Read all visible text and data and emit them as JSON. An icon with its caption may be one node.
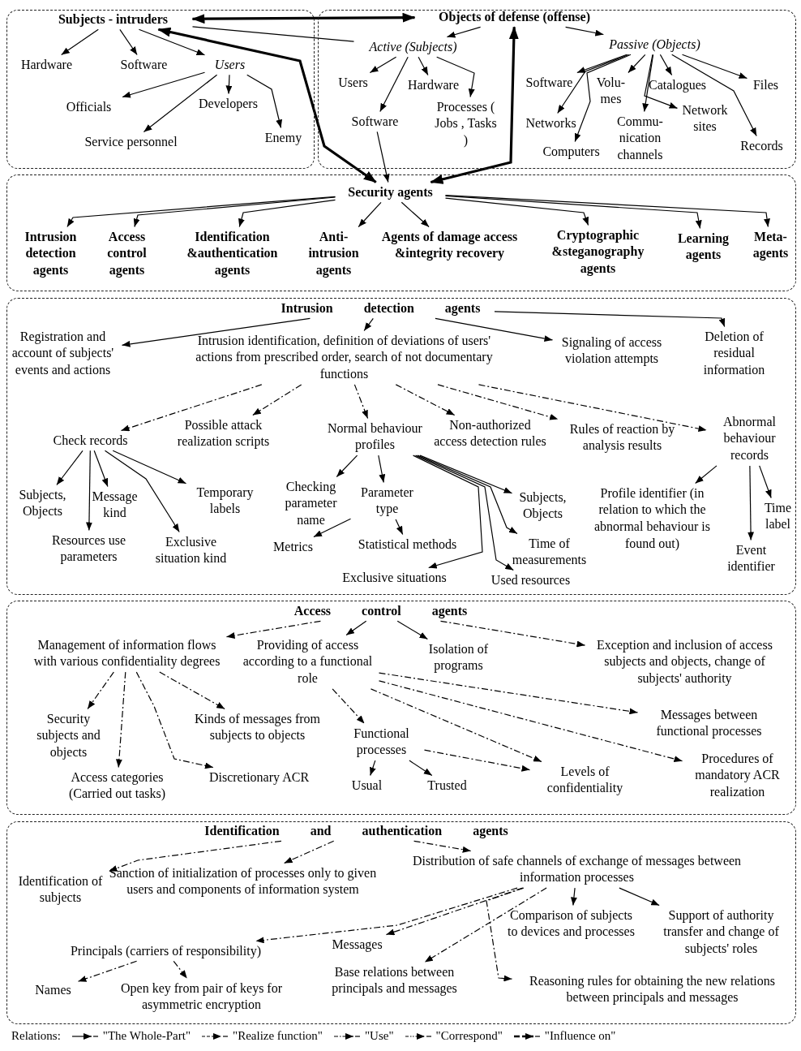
{
  "diagram": {
    "nodes": [
      {
        "text": [],
        "shape": "box"
      },
      {
        "text": [
          "Subjects - intruders"
        ],
        "in": 0
      },
      {
        "text": [
          "Hardware"
        ],
        "in": 0
      },
      {
        "text": [
          "Software"
        ],
        "in": 0
      },
      {
        "text": [
          "Users"
        ],
        "in": 0
      },
      {
        "text": [
          "Officials"
        ],
        "in": 0
      },
      {
        "text": [
          "Developers"
        ],
        "in": 0
      },
      {
        "text": [
          "Service personnel"
        ],
        "in": 0
      },
      {
        "text": [
          "Enemy"
        ],
        "in": 0
      },
      {
        "text": [],
        "shape": "box"
      },
      {
        "text": [
          "Objects of defense (offense)"
        ],
        "in": 9
      },
      {
        "text": [
          "Active (Subjects)"
        ],
        "in": 9
      },
      {
        "text": [
          "Passive (Objects)"
        ],
        "in": 9
      },
      {
        "text": [
          "Users"
        ],
        "in": 9
      },
      {
        "text": [
          "Hardware"
        ],
        "in": 9
      },
      {
        "text": [
          "Software"
        ],
        "in": 9
      },
      {
        "text": [
          "Processes ( Jobs , Tasks )"
        ],
        "in": 9
      },
      {
        "text": [
          "Software"
        ],
        "in": 9
      },
      {
        "text": [
          "Volu- mes"
        ],
        "in": 9
      },
      {
        "text": [
          "Catalogues"
        ],
        "in": 9
      },
      {
        "text": [
          "Files"
        ],
        "in": 9
      },
      {
        "text": [
          "Networks"
        ],
        "in": 9
      },
      {
        "text": [
          "Commu- nication channels"
        ],
        "in": 9
      },
      {
        "text": [
          "Network sites"
        ],
        "in": 9
      },
      {
        "text": [
          "Computers"
        ],
        "in": 9
      },
      {
        "text": [
          "Records"
        ],
        "in": 9
      },
      {
        "text": [],
        "shape": "box"
      },
      {
        "text": [
          "Security agents"
        ],
        "in": 26
      },
      {
        "text": [
          "Intrusion detection agents"
        ],
        "in": 26
      },
      {
        "text": [
          "Access control agents"
        ],
        "in": 26
      },
      {
        "text": [
          "Identification &authentication agents"
        ],
        "in": 26
      },
      {
        "text": [
          "Anti- intrusion agents"
        ],
        "in": 26
      },
      {
        "text": [
          "Agents of damage access &integrity recovery"
        ],
        "in": 26
      },
      {
        "text": [
          "Cryptographic &steganography agents"
        ],
        "in": 26
      },
      {
        "text": [
          "Learning agents"
        ],
        "in": 26
      },
      {
        "text": [
          "Meta- agents"
        ],
        "in": 26
      },
      {
        "text": [],
        "shape": "box"
      },
      {
        "text": [
          "Intrusion detection agents"
        ],
        "in": 36
      },
      {
        "text": [
          "Registration and account of subjects' events and actions"
        ],
        "in": 36
      },
      {
        "text": [
          "Intrusion identification, definition of deviations of users' actions from prescribed order, search of not documentary functions"
        ],
        "in": 36
      },
      {
        "text": [
          "Signaling of access violation attempts"
        ],
        "in": 36
      },
      {
        "text": [
          "Deletion of residual information"
        ],
        "in": 36
      },
      {
        "text": [
          "Check records"
        ],
        "in": 36
      },
      {
        "text": [
          "Possible attack realization scripts"
        ],
        "in": 36
      },
      {
        "text": [
          "Normal behaviour profiles"
        ],
        "in": 36
      },
      {
        "text": [
          "Non-authorized access detection rules"
        ],
        "in": 36
      },
      {
        "text": [
          "Rules of reaction by analysis results"
        ],
        "in": 36
      },
      {
        "text": [
          "Abnormal behaviour records"
        ],
        "in": 36
      },
      {
        "text": [
          "Subjects, Objects"
        ],
        "in": 36
      },
      {
        "text": [
          "Message kind"
        ],
        "in": 36
      },
      {
        "text": [
          "Temporary labels"
        ],
        "in": 36
      },
      {
        "text": [
          "Resources use parameters"
        ],
        "in": 36
      },
      {
        "text": [
          "Exclusive situation kind"
        ],
        "in": 36
      },
      {
        "text": [
          "Checking parameter name"
        ],
        "in": 36
      },
      {
        "text": [
          "Parameter type"
        ],
        "in": 36
      },
      {
        "text": [
          "Metrics"
        ],
        "in": 36
      },
      {
        "text": [
          "Statistical methods"
        ],
        "in": 36
      },
      {
        "text": [
          "Exclusive situations"
        ],
        "in": 36
      },
      {
        "text": [
          "Subjects, Objects"
        ],
        "in": 36
      },
      {
        "text": [
          "Time of measurements"
        ],
        "in": 36
      },
      {
        "text": [
          "Used resources"
        ],
        "in": 36
      },
      {
        "text": [
          "Profile identifier (in relation to which the abnormal behaviour is found out)"
        ],
        "in": 36
      },
      {
        "text": [
          "Time label"
        ],
        "in": 36
      },
      {
        "text": [
          "Event identifier"
        ],
        "in": 36
      },
      {
        "text": [],
        "shape": "box"
      },
      {
        "text": [
          "Access control agents"
        ],
        "in": 64
      },
      {
        "text": [
          "Management of information flows with various confidentiality degrees"
        ],
        "in": 64
      },
      {
        "text": [
          "Providing of access according to a functional role"
        ],
        "in": 64
      },
      {
        "text": [
          "Isolation of programs"
        ],
        "in": 64
      },
      {
        "text": [
          "Exception and inclusion of access subjects and objects, change of subjects' authority"
        ],
        "in": 64
      },
      {
        "text": [
          "Security subjects and objects"
        ],
        "in": 64
      },
      {
        "text": [
          "Kinds of messages from subjects to objects"
        ],
        "in": 64
      },
      {
        "text": [
          "Messages between functional processes"
        ],
        "in": 64
      },
      {
        "text": [
          "Functional processes"
        ],
        "in": 64
      },
      {
        "text": [
          "Access categories (Carried out tasks)"
        ],
        "in": 64
      },
      {
        "text": [
          "Discretionary ACR"
        ],
        "in": 64
      },
      {
        "text": [
          "Usual"
        ],
        "in": 64
      },
      {
        "text": [
          "Trusted"
        ],
        "in": 64
      },
      {
        "text": [
          "Levels of confidentiality"
        ],
        "in": 64
      },
      {
        "text": [
          "Procedures of mandatory ACR realization"
        ],
        "in": 64
      },
      {
        "text": [],
        "shape": "box"
      },
      {
        "text": [
          "Identification and authentication agents"
        ],
        "in": 80
      },
      {
        "text": [
          "Identification of subjects"
        ],
        "in": 80
      },
      {
        "text": [
          "Sanction of initialization of processes only to given users and components of information system"
        ],
        "in": 80
      },
      {
        "text": [
          "Distribution of safe channels of exchange of messages between information processes"
        ],
        "in": 80
      },
      {
        "text": [
          "Comparison of subjects to devices and processes"
        ],
        "in": 80
      },
      {
        "text": [
          "Support of authority transfer and change of subjects' roles"
        ],
        "in": 80
      },
      {
        "text": [
          "Principals (carriers of responsibility)"
        ],
        "in": 80
      },
      {
        "text": [
          "Messages"
        ],
        "in": 80
      },
      {
        "text": [
          "Base relations between principals and messages"
        ],
        "in": 80
      },
      {
        "text": [
          "Names"
        ],
        "in": 80
      },
      {
        "text": [
          "Open key from pair of keys for asymmetric encryption"
        ],
        "in": 80
      },
      {
        "text": [
          "Reasoning rules for obtaining the new relations between principals and messages"
        ],
        "in": 80
      }
    ],
    "edges": [
      {
        "from": 1,
        "to": 10,
        "arrow": "both",
        "style": "thick"
      },
      {
        "from": 1,
        "to": 27,
        "arrow": "both",
        "style": "thick"
      },
      {
        "from": 10,
        "to": 27,
        "arrow": "both",
        "style": "thick"
      },
      {
        "from": 1,
        "to": 2,
        "arrow": "to"
      },
      {
        "from": 1,
        "to": 3,
        "arrow": "to"
      },
      {
        "from": 1,
        "to": 4,
        "arrow": "to"
      },
      {
        "from": 1,
        "to": 11,
        "arrow": "none"
      },
      {
        "from": 4,
        "to": 5,
        "arrow": "to"
      },
      {
        "from": 4,
        "to": 6,
        "arrow": "to"
      },
      {
        "from": 4,
        "to": 7,
        "arrow": "to"
      },
      {
        "from": 4,
        "to": 8,
        "arrow": "to"
      },
      {
        "from": 10,
        "to": 11,
        "arrow": "to"
      },
      {
        "from": 10,
        "to": 12,
        "arrow": "to"
      },
      {
        "from": 11,
        "to": 13,
        "arrow": "to"
      },
      {
        "from": 11,
        "to": 14,
        "arrow": "to"
      },
      {
        "from": 11,
        "to": 15,
        "arrow": "to"
      },
      {
        "from": 11,
        "to": 16,
        "arrow": "to"
      },
      {
        "from": 12,
        "to": 17,
        "arrow": "to"
      },
      {
        "from": 12,
        "to": 21,
        "arrow": "to"
      },
      {
        "from": 12,
        "to": 24,
        "arrow": "to"
      },
      {
        "from": 12,
        "to": 18,
        "arrow": "to"
      },
      {
        "from": 12,
        "to": 22,
        "arrow": "to"
      },
      {
        "from": 12,
        "to": 19,
        "arrow": "to"
      },
      {
        "from": 12,
        "to": 23,
        "arrow": "to"
      },
      {
        "from": 12,
        "to": 25,
        "arrow": "to"
      },
      {
        "from": 12,
        "to": 20,
        "arrow": "to"
      },
      {
        "from": 15,
        "to": 27,
        "arrow": "to"
      },
      {
        "from": 27,
        "to": 28,
        "arrow": "to"
      },
      {
        "from": 27,
        "to": 29,
        "arrow": "to"
      },
      {
        "from": 27,
        "to": 30,
        "arrow": "to"
      },
      {
        "from": 27,
        "to": 31,
        "arrow": "to"
      },
      {
        "from": 27,
        "to": 32,
        "arrow": "to"
      },
      {
        "from": 27,
        "to": 33,
        "arrow": "to"
      },
      {
        "from": 27,
        "to": 34,
        "arrow": "to"
      },
      {
        "from": 27,
        "to": 35,
        "arrow": "to"
      },
      {
        "from": 37,
        "to": 38,
        "arrow": "to"
      },
      {
        "from": 37,
        "to": 39,
        "arrow": "to"
      },
      {
        "from": 37,
        "to": 40,
        "arrow": "to"
      },
      {
        "from": 37,
        "to": 41,
        "arrow": "to"
      },
      {
        "from": 39,
        "to": 42,
        "arrow": "to",
        "style": "dashed"
      },
      {
        "from": 39,
        "to": 43,
        "arrow": "to",
        "style": "dashed"
      },
      {
        "from": 39,
        "to": 44,
        "arrow": "to",
        "style": "dashed"
      },
      {
        "from": 39,
        "to": 45,
        "arrow": "to",
        "style": "dashed"
      },
      {
        "from": 39,
        "to": 46,
        "arrow": "to",
        "style": "dashed"
      },
      {
        "from": 39,
        "to": 47,
        "arrow": "to",
        "style": "dashed"
      },
      {
        "from": 42,
        "to": 48,
        "arrow": "to"
      },
      {
        "from": 42,
        "to": 49,
        "arrow": "to"
      },
      {
        "from": 42,
        "to": 50,
        "arrow": "to"
      },
      {
        "from": 42,
        "to": 51,
        "arrow": "to"
      },
      {
        "from": 42,
        "to": 52,
        "arrow": "to"
      },
      {
        "from": 44,
        "to": 53,
        "arrow": "to"
      },
      {
        "from": 44,
        "to": 54,
        "arrow": "to"
      },
      {
        "from": 44,
        "to": 58,
        "arrow": "to"
      },
      {
        "from": 44,
        "to": 59,
        "arrow": "to"
      },
      {
        "from": 44,
        "to": 60,
        "arrow": "to"
      },
      {
        "from": 44,
        "to": 57,
        "arrow": "to"
      },
      {
        "from": 54,
        "to": 55,
        "arrow": "to"
      },
      {
        "from": 54,
        "to": 56,
        "arrow": "to"
      },
      {
        "from": 47,
        "to": 61,
        "arrow": "to"
      },
      {
        "from": 47,
        "to": 62,
        "arrow": "to"
      },
      {
        "from": 47,
        "to": 63,
        "arrow": "to"
      },
      {
        "from": 65,
        "to": 66,
        "arrow": "to",
        "style": "dashed"
      },
      {
        "from": 65,
        "to": 67,
        "arrow": "to"
      },
      {
        "from": 65,
        "to": 68,
        "arrow": "to"
      },
      {
        "from": 65,
        "to": 69,
        "arrow": "to",
        "style": "dashed"
      },
      {
        "from": 66,
        "to": 70,
        "arrow": "to",
        "style": "dashed"
      },
      {
        "from": 66,
        "to": 71,
        "arrow": "to",
        "style": "dashed"
      },
      {
        "from": 66,
        "to": 74,
        "arrow": "to",
        "style": "dashed"
      },
      {
        "from": 66,
        "to": 75,
        "arrow": "to",
        "style": "dashed"
      },
      {
        "from": 67,
        "to": 72,
        "arrow": "to",
        "style": "dashed"
      },
      {
        "from": 67,
        "to": 73,
        "arrow": "to",
        "style": "dashed"
      },
      {
        "from": 67,
        "to": 78,
        "arrow": "to",
        "style": "dashed"
      },
      {
        "from": 67,
        "to": 79,
        "arrow": "to",
        "style": "dashed"
      },
      {
        "from": 73,
        "to": 76,
        "arrow": "to"
      },
      {
        "from": 73,
        "to": 77,
        "arrow": "to"
      },
      {
        "from": 73,
        "to": 78,
        "arrow": "to",
        "style": "dashed"
      },
      {
        "from": 81,
        "to": 82,
        "arrow": "to",
        "style": "dashed"
      },
      {
        "from": 81,
        "to": 83,
        "arrow": "to",
        "style": "dashed"
      },
      {
        "from": 81,
        "to": 84,
        "arrow": "to",
        "style": "dashed"
      },
      {
        "from": 84,
        "to": 85,
        "arrow": "to"
      },
      {
        "from": 84,
        "to": 86,
        "arrow": "to"
      },
      {
        "from": 84,
        "to": 87,
        "arrow": "to",
        "style": "dashed"
      },
      {
        "from": 84,
        "to": 88,
        "arrow": "to",
        "style": "dashed"
      },
      {
        "from": 84,
        "to": 89,
        "arrow": "to",
        "style": "dashed"
      },
      {
        "from": 84,
        "to": 92,
        "arrow": "to",
        "style": "dashed"
      },
      {
        "from": 87,
        "to": 90,
        "arrow": "to",
        "style": "dashed"
      },
      {
        "from": 87,
        "to": 91,
        "arrow": "to",
        "style": "dashed"
      }
    ],
    "labels": [
      "Relations:"
    ],
    "legend": [
      {
        "text": "\"The Whole-Part\""
      },
      {
        "text": "\"Realize function\""
      },
      {
        "text": "\"Use\""
      },
      {
        "text": "\"Correspond\""
      },
      {
        "text": "\"Influence on\""
      }
    ]
  }
}
